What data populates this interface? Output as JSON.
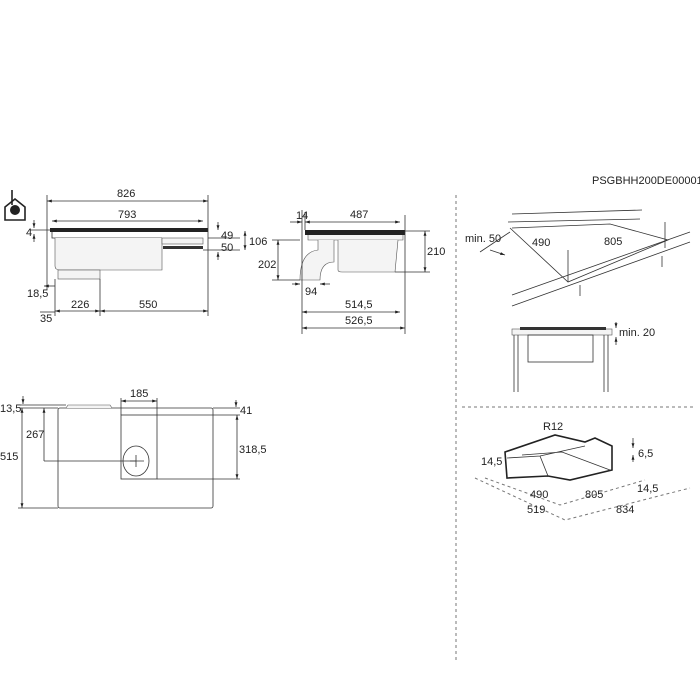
{
  "drawing_code": "PSGBHH200DE00001",
  "front_view": {
    "width_total": "826",
    "width_inner": "793",
    "top_thickness": "4",
    "d49": "49",
    "d50": "50",
    "d106": "106",
    "d18_5": "18,5",
    "d35": "35",
    "d226": "226",
    "d550": "550"
  },
  "side_view": {
    "d14": "14",
    "d487": "487",
    "d210": "210",
    "d202": "202",
    "d94": "94",
    "d514_5": "514,5",
    "d526_5": "526,5"
  },
  "top_view": {
    "d13_5": "13,5",
    "d185": "185",
    "d41": "41",
    "d267": "267",
    "d318_5": "318,5",
    "d515": "515"
  },
  "cutout": {
    "min50": "min. 50",
    "d490": "490",
    "d805": "805",
    "min20": "min. 20"
  },
  "frame": {
    "r12": "R12",
    "d6_5": "6,5",
    "d14_5_left": "14,5",
    "d14_5_right": "14,5",
    "d490": "490",
    "d805": "805",
    "d519": "519",
    "d834": "834"
  }
}
